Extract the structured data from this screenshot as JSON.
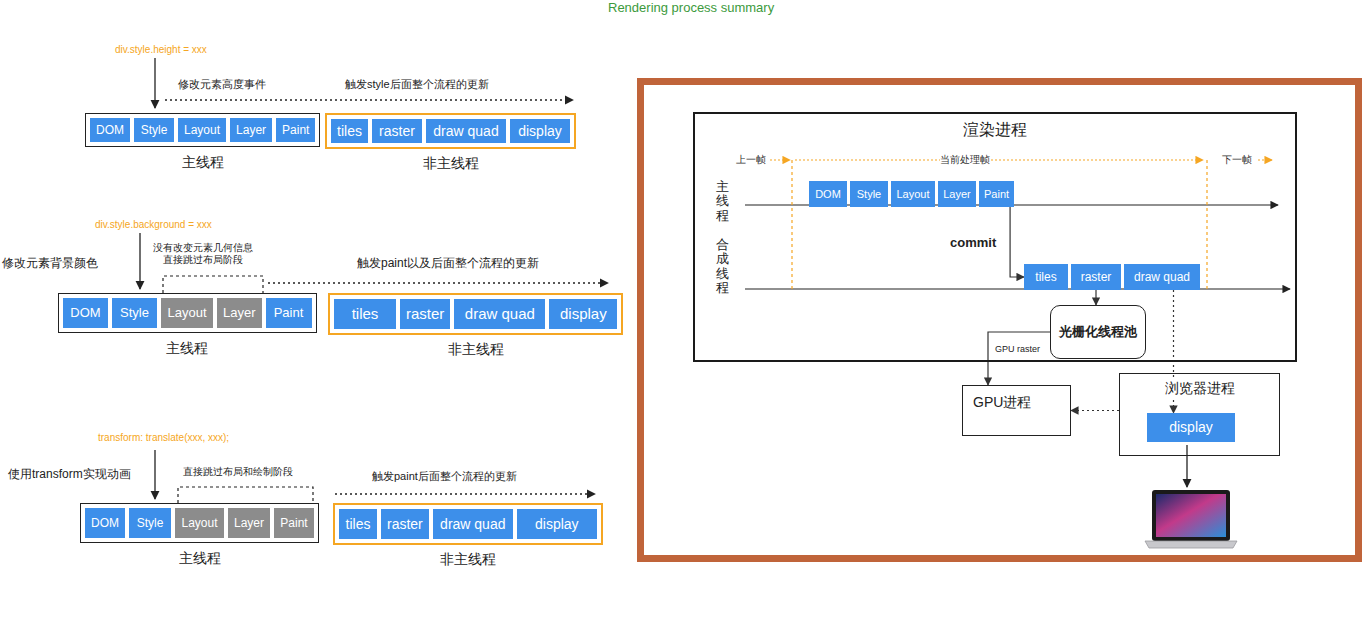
{
  "diagram": {
    "title": "Rendering process summary",
    "nodes": [
      {
        "text": [
          "主线程"
        ]
      },
      {
        "text": [
          "DOM"
        ],
        "in": 0
      },
      {
        "text": [
          "Style"
        ],
        "in": 0
      },
      {
        "text": [
          "Layout"
        ],
        "in": 0
      },
      {
        "text": [
          "Layer"
        ],
        "in": 0
      },
      {
        "text": [
          "Paint"
        ],
        "in": 0
      },
      {
        "text": [
          "非主线程"
        ]
      },
      {
        "text": [
          "tiles"
        ],
        "in": 6
      },
      {
        "text": [
          "raster"
        ],
        "in": 6
      },
      {
        "text": [
          "draw quad"
        ],
        "in": 6
      },
      {
        "text": [
          "display"
        ],
        "in": 6
      },
      {
        "text": [
          "主线程"
        ]
      },
      {
        "text": [
          "DOM"
        ],
        "in": 11
      },
      {
        "text": [
          "Style"
        ],
        "in": 11
      },
      {
        "text": [
          "Layout"
        ],
        "in": 11
      },
      {
        "text": [
          "Layer"
        ],
        "in": 11
      },
      {
        "text": [
          "Paint"
        ],
        "in": 11
      },
      {
        "text": [
          "非主线程"
        ]
      },
      {
        "text": [
          "tiles"
        ],
        "in": 17
      },
      {
        "text": [
          "raster"
        ],
        "in": 17
      },
      {
        "text": [
          "draw quad"
        ],
        "in": 17
      },
      {
        "text": [
          "display"
        ],
        "in": 17
      },
      {
        "text": [
          "主线程"
        ]
      },
      {
        "text": [
          "DOM"
        ],
        "in": 22
      },
      {
        "text": [
          "Style"
        ],
        "in": 22
      },
      {
        "text": [
          "Layout"
        ],
        "in": 22
      },
      {
        "text": [
          "Layer"
        ],
        "in": 22
      },
      {
        "text": [
          "Paint"
        ],
        "in": 22
      },
      {
        "text": [
          "非主线程"
        ]
      },
      {
        "text": [
          "tiles"
        ],
        "in": 28
      },
      {
        "text": [
          "raster"
        ],
        "in": 28
      },
      {
        "text": [
          "draw quad"
        ],
        "in": 28
      },
      {
        "text": [
          "display"
        ],
        "in": 28
      },
      {
        "text": [
          "渲染进程"
        ]
      },
      {
        "text": [
          "DOM"
        ],
        "in": 33
      },
      {
        "text": [
          "Style"
        ],
        "in": 33
      },
      {
        "text": [
          "Layout"
        ],
        "in": 33
      },
      {
        "text": [
          "Layer"
        ],
        "in": 33
      },
      {
        "text": [
          "Paint"
        ],
        "in": 33
      },
      {
        "text": [
          "tiles"
        ],
        "in": 33
      },
      {
        "text": [
          "raster"
        ],
        "in": 33
      },
      {
        "text": [
          "draw quad"
        ],
        "in": 33
      },
      {
        "text": [
          "光栅化线程池"
        ],
        "in": 33
      },
      {
        "text": [
          "GPU进程"
        ]
      },
      {
        "text": [
          "浏览器进程"
        ]
      },
      {
        "text": [
          "display"
        ],
        "in": 44
      }
    ],
    "edges": [
      {
        "from": 38,
        "to": 39,
        "label": "commit",
        "arrow": "to"
      },
      {
        "from": 40,
        "to": 42,
        "arrow": "to"
      },
      {
        "from": 42,
        "to": 43,
        "label": "GPU raster",
        "arrow": "to"
      },
      {
        "from": 41,
        "to": 45,
        "arrow": "to"
      },
      {
        "from": 44,
        "to": 43,
        "arrow": "to"
      }
    ],
    "labels": [
      "div.style.height = xxx",
      "修改元素高度事件",
      "触发style后面整个流程的更新",
      "div.style.background = xxx",
      "没有改变元素几何信息 直接跳过布局阶段",
      "修改元素背景颜色",
      "触发paint以及后面整个流程的更新",
      "transform: translate(xxx, xxx);",
      "使用transform实现动画",
      "直接跳过布局和绘制阶段",
      "触发paint后面整个流程的更新",
      "上一帧",
      "当前处理帧",
      "下一帧",
      "主线程",
      "合成线程"
    ]
  }
}
